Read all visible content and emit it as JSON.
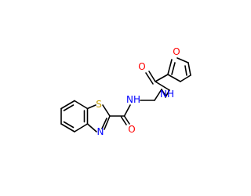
{
  "colors": {
    "bond": "#000000",
    "oxygen": "#ff0000",
    "nitrogen": "#0000ff",
    "sulfur": "#c8a000",
    "background": "#ffffff"
  },
  "atoms": {
    "s1": "S",
    "n_thiazole": "N",
    "o_amide1": "O",
    "nh1": "NH",
    "nh2": "NH",
    "o_amide2": "O",
    "o_furan": "O"
  }
}
